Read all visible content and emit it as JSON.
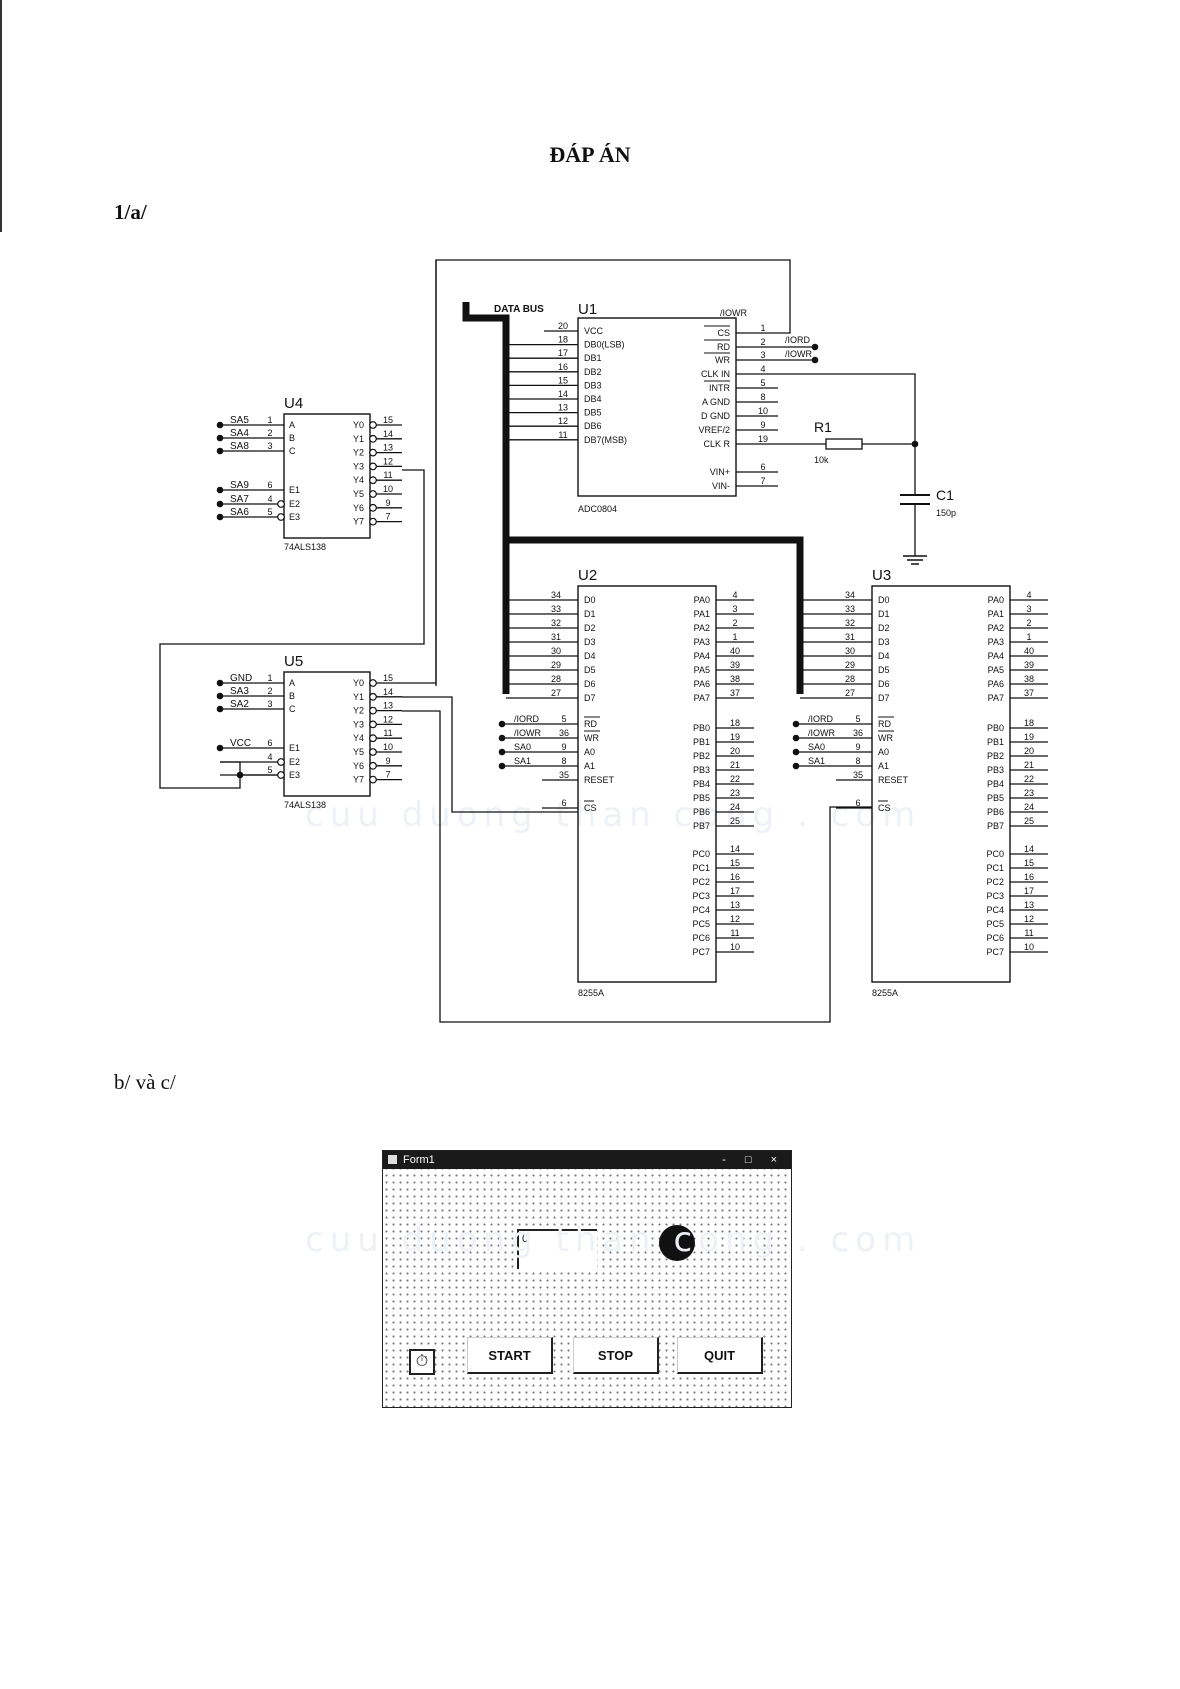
{
  "page": {
    "title": "ĐÁP ÁN",
    "section_1": "1/a/",
    "section_2": "b/ và c/",
    "watermark": "cuu duong than cong . com"
  },
  "schematic": {
    "data_bus": "DATA BUS",
    "u1": {
      "ref": "U1",
      "part": "ADC0804",
      "left_pins": [
        [
          "20",
          "VCC"
        ],
        [
          "18",
          "DB0(LSB)"
        ],
        [
          "17",
          "DB1"
        ],
        [
          "16",
          "DB2"
        ],
        [
          "15",
          "DB3"
        ],
        [
          "14",
          "DB4"
        ],
        [
          "13",
          "DB5"
        ],
        [
          "12",
          "DB6"
        ],
        [
          "11",
          "DB7(MSB)"
        ]
      ],
      "right_pins": [
        [
          "1",
          "CS"
        ],
        [
          "2",
          "RD"
        ],
        [
          "3",
          "WR"
        ],
        [
          "4",
          "CLK IN"
        ],
        [
          "5",
          "INTR"
        ],
        [
          "8",
          "A GND"
        ],
        [
          "10",
          "D GND"
        ],
        [
          "9",
          "VREF/2"
        ],
        [
          "19",
          "CLK R"
        ],
        [
          "6",
          "VIN+"
        ],
        [
          "7",
          "VIN-"
        ]
      ],
      "net_iowr": "/IOWR",
      "net_iord": "/IORD"
    },
    "r1": {
      "ref": "R1",
      "value": "10k"
    },
    "c1": {
      "ref": "C1",
      "value": "150p"
    },
    "u4": {
      "ref": "U4",
      "part": "74ALS138",
      "inputs": [
        [
          "SA5",
          "1",
          "A"
        ],
        [
          "SA4",
          "2",
          "B"
        ],
        [
          "SA8",
          "3",
          "C"
        ],
        [
          "SA9",
          "6",
          "E1"
        ],
        [
          "SA7",
          "4",
          "E2"
        ],
        [
          "SA6",
          "5",
          "E3"
        ]
      ],
      "outputs": [
        [
          "Y0",
          "15"
        ],
        [
          "Y1",
          "14"
        ],
        [
          "Y2",
          "13"
        ],
        [
          "Y3",
          "12"
        ],
        [
          "Y4",
          "11"
        ],
        [
          "Y5",
          "10"
        ],
        [
          "Y6",
          "9"
        ],
        [
          "Y7",
          "7"
        ]
      ]
    },
    "u5": {
      "ref": "U5",
      "part": "74ALS138",
      "inputs": [
        [
          "GND",
          "1",
          "A"
        ],
        [
          "SA3",
          "2",
          "B"
        ],
        [
          "SA2",
          "3",
          "C"
        ],
        [
          "VCC",
          "6",
          "E1"
        ],
        [
          "",
          "4",
          "E2"
        ],
        [
          "",
          "5",
          "E3"
        ]
      ],
      "outputs": [
        [
          "Y0",
          "15"
        ],
        [
          "Y1",
          "14"
        ],
        [
          "Y2",
          "13"
        ],
        [
          "Y3",
          "12"
        ],
        [
          "Y4",
          "11"
        ],
        [
          "Y5",
          "10"
        ],
        [
          "Y6",
          "9"
        ],
        [
          "Y7",
          "7"
        ]
      ]
    },
    "ppi": {
      "part": "8255A",
      "data_pins": [
        [
          "34",
          "D0"
        ],
        [
          "33",
          "D1"
        ],
        [
          "32",
          "D2"
        ],
        [
          "31",
          "D3"
        ],
        [
          "30",
          "D4"
        ],
        [
          "29",
          "D5"
        ],
        [
          "28",
          "D6"
        ],
        [
          "27",
          "D7"
        ]
      ],
      "ctrl_pins": [
        [
          "/IORD",
          "5",
          "RD"
        ],
        [
          "/IOWR",
          "36",
          "WR"
        ],
        [
          "SA0",
          "9",
          "A0"
        ],
        [
          "SA1",
          "8",
          "A1"
        ],
        [
          "",
          "35",
          "RESET"
        ],
        [
          "",
          "6",
          "CS"
        ]
      ],
      "pa": [
        [
          "PA0",
          "4"
        ],
        [
          "PA1",
          "3"
        ],
        [
          "PA2",
          "2"
        ],
        [
          "PA3",
          "1"
        ],
        [
          "PA4",
          "40"
        ],
        [
          "PA5",
          "39"
        ],
        [
          "PA6",
          "38"
        ],
        [
          "PA7",
          "37"
        ]
      ],
      "pb": [
        [
          "PB0",
          "18"
        ],
        [
          "PB1",
          "19"
        ],
        [
          "PB2",
          "20"
        ],
        [
          "PB3",
          "21"
        ],
        [
          "PB4",
          "22"
        ],
        [
          "PB5",
          "23"
        ],
        [
          "PB6",
          "24"
        ],
        [
          "PB7",
          "25"
        ]
      ],
      "pc": [
        [
          "PC0",
          "14"
        ],
        [
          "PC1",
          "15"
        ],
        [
          "PC2",
          "16"
        ],
        [
          "PC3",
          "17"
        ],
        [
          "PC4",
          "13"
        ],
        [
          "PC5",
          "12"
        ],
        [
          "PC6",
          "11"
        ],
        [
          "PC7",
          "10"
        ]
      ]
    },
    "u2": {
      "ref": "U2"
    },
    "u3": {
      "ref": "U3"
    }
  },
  "form": {
    "title": "Form1",
    "titlebar_buttons": "- □ ×",
    "textbox_value": "0",
    "start_label": "START",
    "stop_label": "STOP",
    "quit_label": "QUIT",
    "timer_icon": "stopwatch-icon"
  }
}
